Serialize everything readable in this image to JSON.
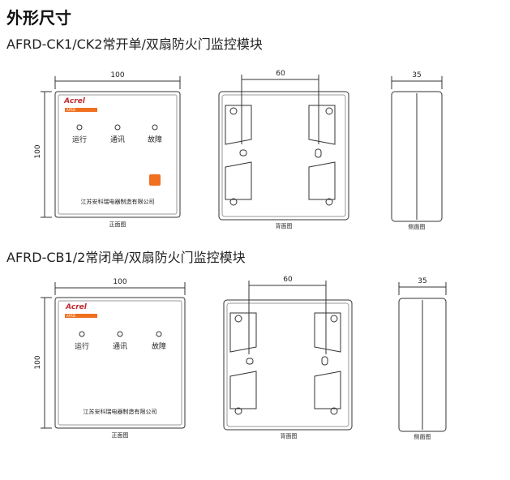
{
  "title": "外形尺寸",
  "modules": [
    {
      "heading": "AFRD-CK1/CK2常开单/双扇防火门监控模块",
      "dim_front": "100",
      "dim_height": "100",
      "dim_back": "60",
      "dim_side": "35",
      "brand": "Acrel",
      "model_tag": "AFRD",
      "leds": [
        "运行",
        "通讯",
        "故障"
      ],
      "company": "江苏安科瑞电器制造有限公司",
      "views": [
        "正面图",
        "背面图",
        "侧面图"
      ]
    },
    {
      "heading": "AFRD-CB1/2常闭单/双扇防火门监控模块",
      "dim_front": "100",
      "dim_height": "100",
      "dim_back": "60",
      "dim_side": "35",
      "brand": "Acrel",
      "model_tag": "AFRD",
      "leds": [
        "运行",
        "通讯",
        "故障"
      ],
      "company": "江苏安科瑞电器制造有限公司",
      "views": [
        "正面图",
        "背面图",
        "侧面图"
      ]
    }
  ]
}
